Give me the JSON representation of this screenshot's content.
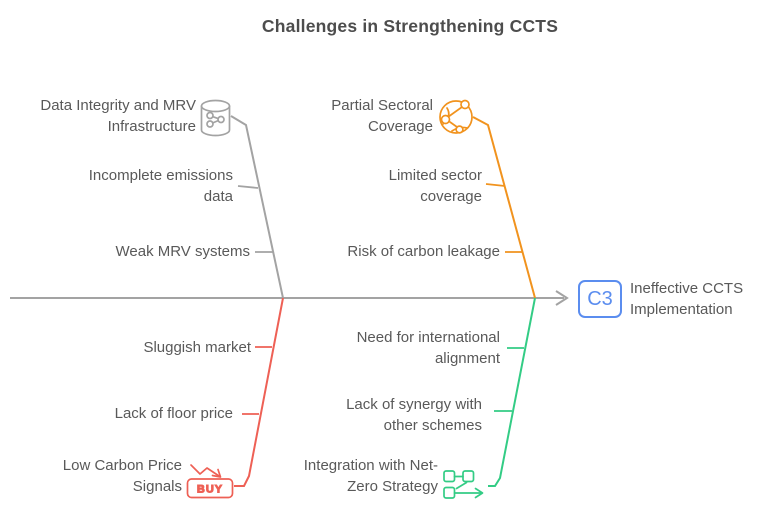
{
  "title": "Challenges in Strengthening CCTS",
  "effect": {
    "code": "C3",
    "label": "Ineffective CCTS Implementation"
  },
  "branches": [
    {
      "id": "data-integrity",
      "position": "top-left",
      "label": "Data Integrity and MRV Infrastructure",
      "icon": "database-share-icon",
      "causes": [
        "Incomplete emissions data",
        "Weak MRV systems"
      ]
    },
    {
      "id": "sectoral-coverage",
      "position": "top-right",
      "label": "Partial Sectoral Coverage",
      "icon": "globe-network-icon",
      "causes": [
        "Limited sector coverage",
        "Risk of carbon leakage"
      ]
    },
    {
      "id": "carbon-price",
      "position": "bottom-left",
      "label": "Low Carbon Price Signals",
      "icon": "price-decline-buy-icon",
      "icon_text": "BUY",
      "causes": [
        "Sluggish market",
        "Lack of floor price"
      ]
    },
    {
      "id": "net-zero",
      "position": "bottom-right",
      "label": "Integration with Net-Zero Strategy",
      "icon": "workflow-icon",
      "causes": [
        "Need for international alignment",
        "Lack of synergy with other schemes"
      ]
    }
  ],
  "colors": {
    "branch-gray": "#a3a3a3",
    "branch-orange": "#f1931e",
    "branch-red": "#ee6055",
    "branch-green": "#33cc85",
    "effect-blue": "#5b8def",
    "label-text": "#595959",
    "title-text": "#4d4d4d"
  }
}
